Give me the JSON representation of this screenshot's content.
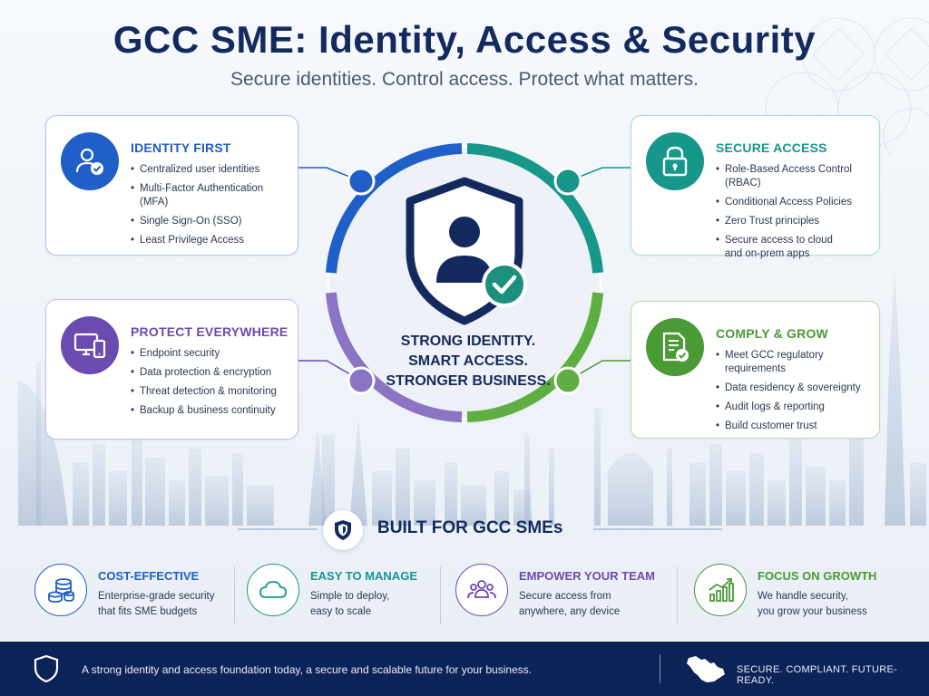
{
  "header": {
    "title": "GCC SME: Identity, Access & Security",
    "subtitle": "Secure identities. Control access. Protect what matters."
  },
  "colors": {
    "navy": "#142a5e",
    "blue": "#1f5fc7",
    "teal": "#16978a",
    "purple": "#6b4bb0",
    "green": "#4a9a36"
  },
  "cards": {
    "identity": {
      "title": "IDENTITY FIRST",
      "icon": "user-check-icon",
      "items": [
        "Centralized user identities",
        "Multi-Factor Authentication (MFA)",
        "Single Sign-On (SSO)",
        "Least Privilege Access"
      ]
    },
    "protect": {
      "title": "PROTECT EVERYWHERE",
      "icon": "devices-icon",
      "items": [
        "Endpoint security",
        "Data protection & encryption",
        "Threat detection & monitoring",
        "Backup & business continuity"
      ]
    },
    "access": {
      "title": "SECURE ACCESS",
      "icon": "lock-icon",
      "items": [
        "Role-Based Access Control (RBAC)",
        "Conditional Access Policies",
        "Zero Trust principles",
        "Secure access to cloud and on-prem apps"
      ]
    },
    "comply": {
      "title": "COMPLY & GROW",
      "icon": "document-check-icon",
      "items": [
        "Meet GCC regulatory requirements",
        "Data residency & sovereignty",
        "Audit logs & reporting",
        "Build customer trust"
      ]
    }
  },
  "hub": {
    "icon": "shield-user-check-icon",
    "line1": "STRONG IDENTITY.",
    "line2": "SMART ACCESS.",
    "line3": "STRONGER BUSINESS."
  },
  "built": {
    "title": "BUILT FOR GCC SMEs",
    "icon": "shield-icon"
  },
  "benefits": [
    {
      "title": "COST-EFFECTIVE",
      "line1": "Enterprise-grade security",
      "line2": "that fits SME budgets",
      "icon": "coins-icon"
    },
    {
      "title": "EASY TO MANAGE",
      "line1": "Simple to deploy,",
      "line2": "easy to scale",
      "icon": "cloud-icon"
    },
    {
      "title": "EMPOWER YOUR TEAM",
      "line1": "Secure access from",
      "line2": "anywhere, any device",
      "icon": "team-icon"
    },
    {
      "title": "FOCUS ON GROWTH",
      "line1": "We handle security,",
      "line2": "you grow your business",
      "icon": "growth-chart-icon"
    }
  ],
  "footer": {
    "text": "A strong identity and access foundation today, a secure and scalable future for your business.",
    "tagline": "SECURE. COMPLIANT. FUTURE-READY.",
    "icon": "shield-outline-icon",
    "map_icon": "gcc-map-icon"
  }
}
